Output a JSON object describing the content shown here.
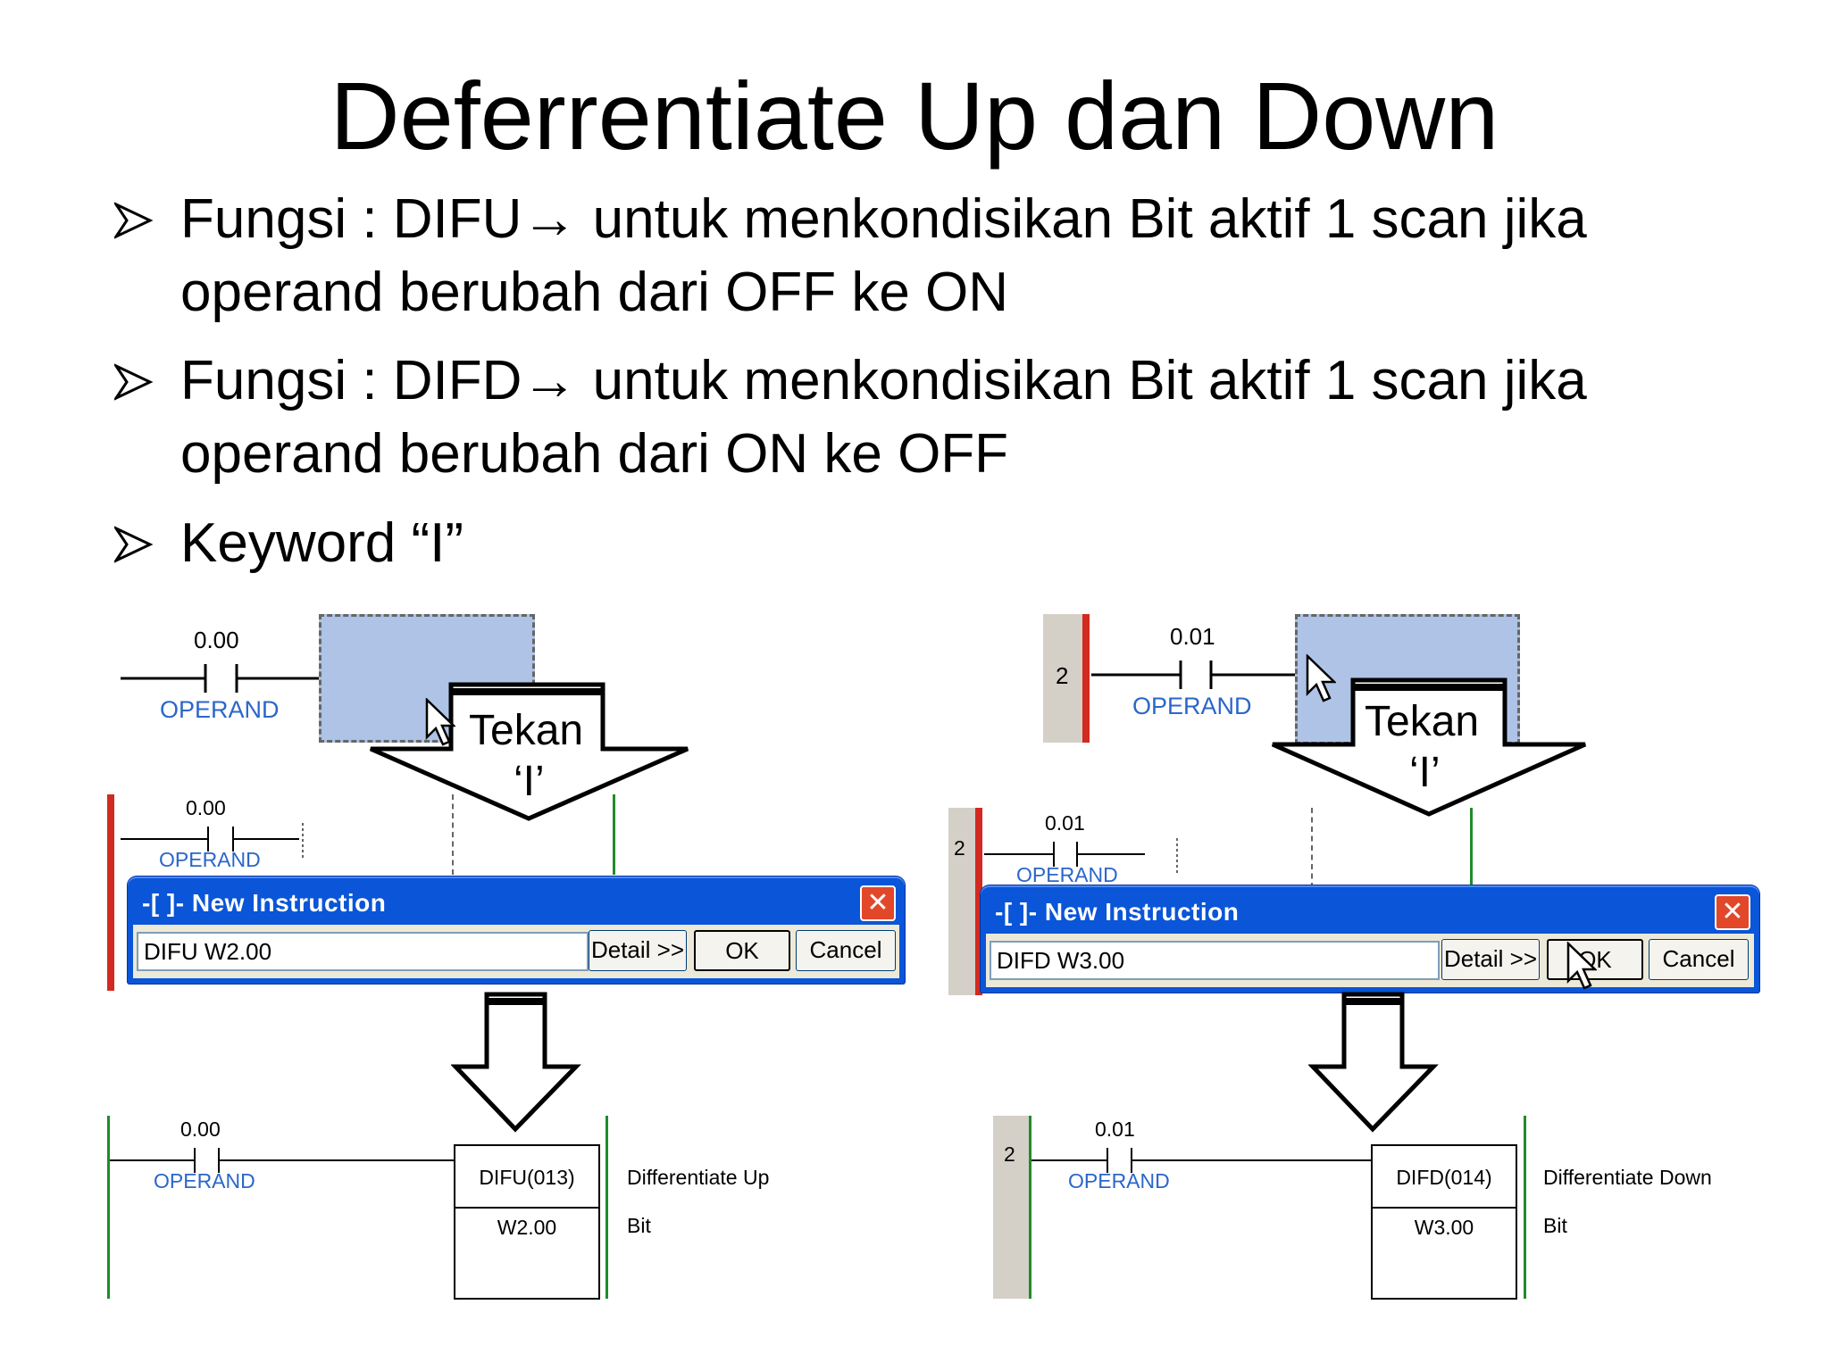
{
  "title": "Deferrentiate Up dan Down",
  "bullets": [
    {
      "line1": "Fungsi : DIFU→ untuk menkondisikan Bit aktif 1 scan jika",
      "line2": "operand berubah dari OFF ke ON"
    },
    {
      "line1": "Fungsi : DIFD→ untuk menkondisikan Bit aktif 1 scan jika",
      "line2": "operand berubah dari ON ke OFF"
    },
    {
      "line1": "Keyword “I”"
    }
  ],
  "left": {
    "contact_address": "0.00",
    "operand_label": "OPERAND",
    "press_line1": "Tekan",
    "press_line2": "‘I’",
    "dialog": {
      "title": "-[ ]- New Instruction",
      "input_value": "DIFU W2.00",
      "detail_label": "Detail >>",
      "ok_label": "OK",
      "cancel_label": "Cancel"
    },
    "result": {
      "instruction": "DIFU(013)",
      "operand": "W2.00",
      "comment1": "Differentiate Up",
      "comment2": "Bit"
    }
  },
  "right": {
    "rung_number": "2",
    "contact_address": "0.01",
    "operand_label": "OPERAND",
    "press_line1": "Tekan",
    "press_line2": "‘I’",
    "dialog": {
      "title": "-[ ]- New Instruction",
      "input_value": "DIFD W3.00",
      "detail_label": "Detail >>",
      "ok_label": "OK",
      "cancel_label": "Cancel"
    },
    "result": {
      "instruction": "DIFD(014)",
      "operand": "W3.00",
      "comment1": "Differentiate Down",
      "comment2": "Bit"
    }
  },
  "colors": {
    "dialog_title_bar": "#0a55d8",
    "operand_text": "#2b66c9",
    "selection": "#aec3e6",
    "power_rail": "#1f8c2a",
    "rung_marker": "#d12a20"
  }
}
